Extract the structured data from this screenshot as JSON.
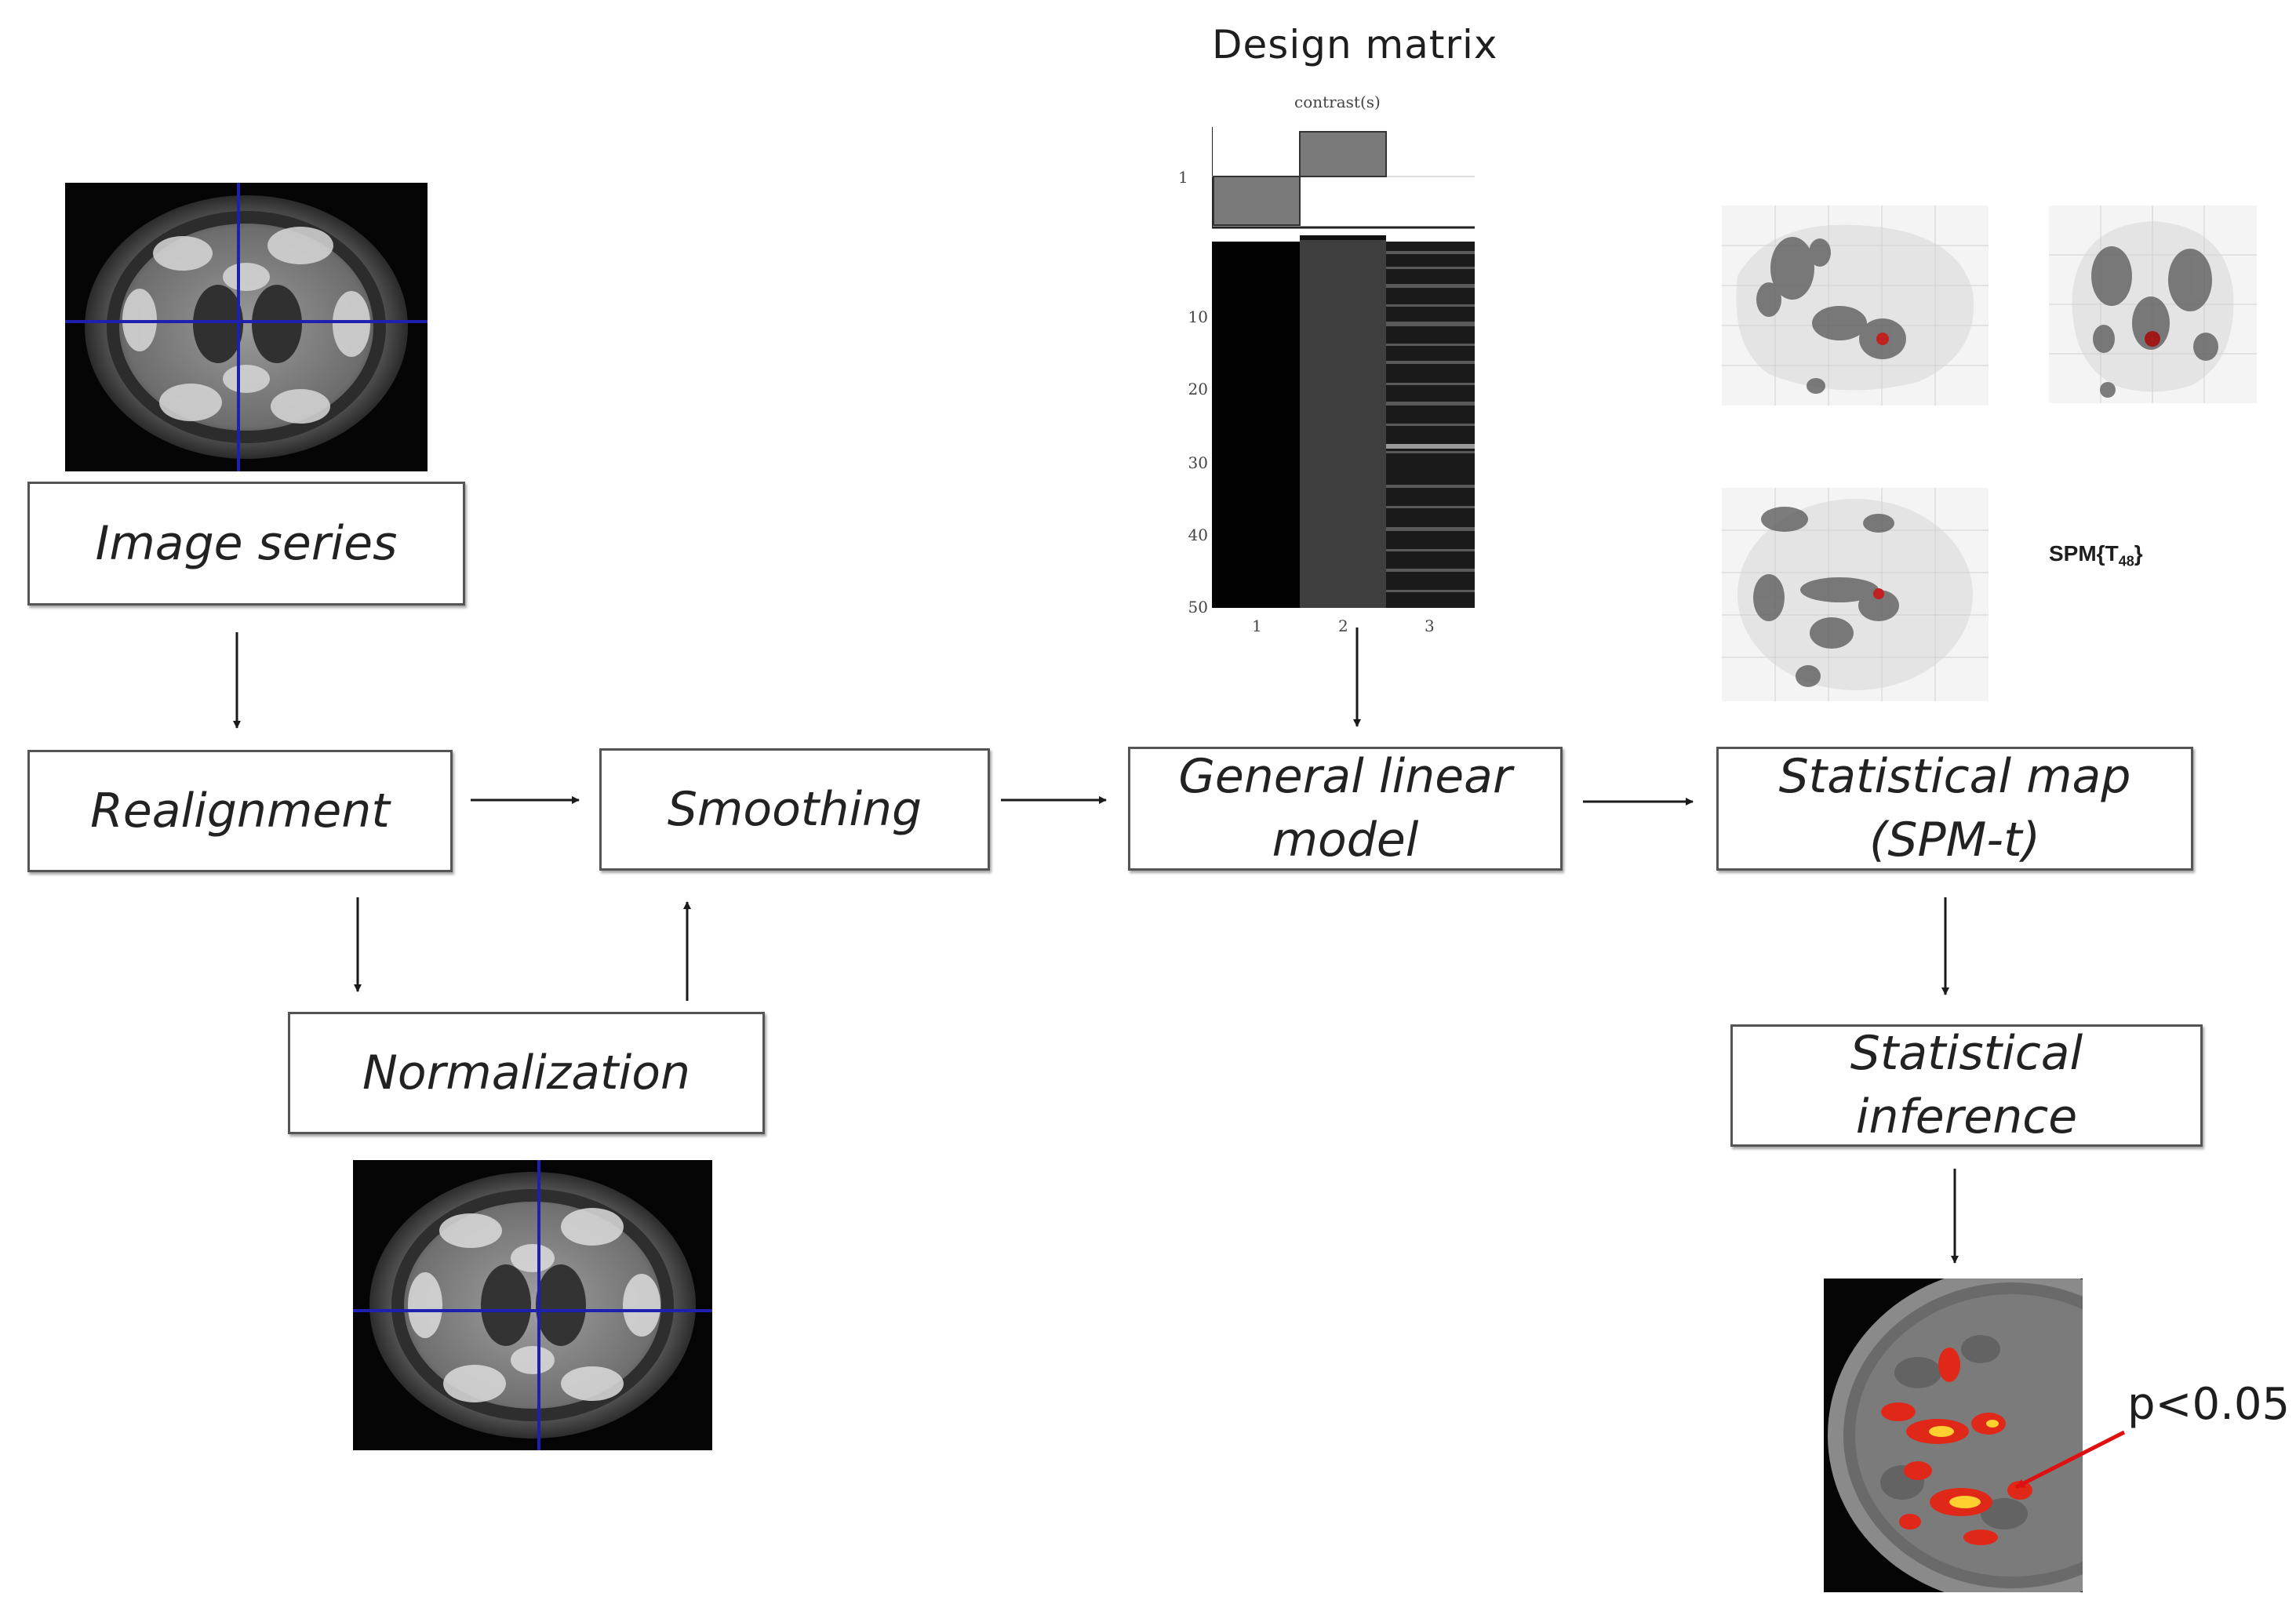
{
  "steps": {
    "image_series": "Image series",
    "realignment": "Realignment",
    "smoothing": "Smoothing",
    "normalization": "Normalization",
    "glm": [
      "General linear",
      "model"
    ],
    "stat_map": [
      "Statistical map",
      "(SPM-t)"
    ],
    "inference": [
      "Statistical",
      "inference"
    ]
  },
  "design_matrix": {
    "title": "Design matrix",
    "contrast_label": "contrast(s)",
    "contrast_tick": "1",
    "y_ticks": [
      "10",
      "20",
      "30",
      "40",
      "50"
    ],
    "x_ticks": [
      "1",
      "2",
      "3"
    ]
  },
  "spm_label": {
    "main": "SPM{T",
    "sub": "48",
    "close": "}"
  },
  "threshold_label": "p<0.05",
  "colors": {
    "box_border": "#555555",
    "arrow": "#1a1a1a",
    "pointer": "#dd1111"
  }
}
